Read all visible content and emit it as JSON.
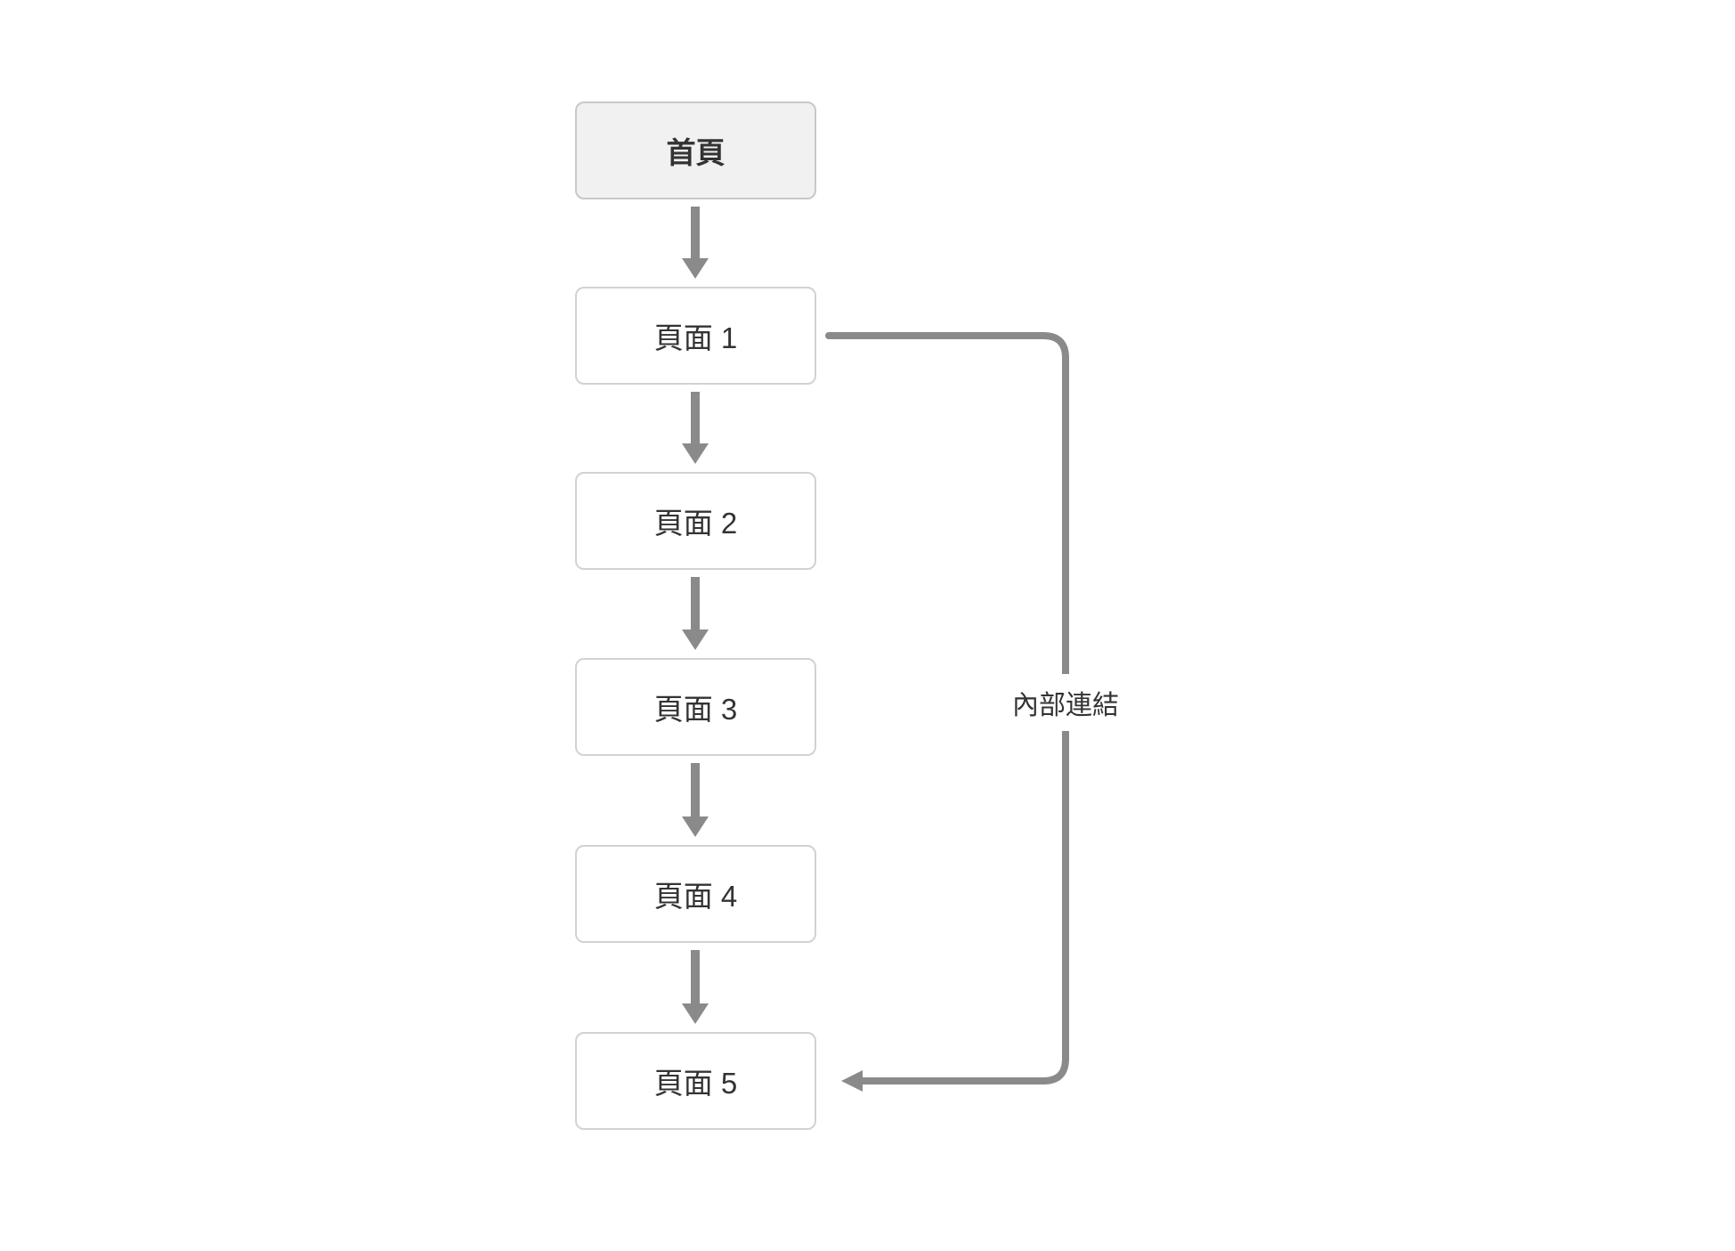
{
  "diagram": {
    "type": "flowchart",
    "direction": "top-down",
    "nodes": [
      {
        "id": "home",
        "label": "首頁",
        "emphasis": "highlighted"
      },
      {
        "id": "page1",
        "label": "頁面 1",
        "emphasis": "normal"
      },
      {
        "id": "page2",
        "label": "頁面 2",
        "emphasis": "normal"
      },
      {
        "id": "page3",
        "label": "頁面 3",
        "emphasis": "normal"
      },
      {
        "id": "page4",
        "label": "頁面 4",
        "emphasis": "normal"
      },
      {
        "id": "page5",
        "label": "頁面 5",
        "emphasis": "normal"
      }
    ],
    "edges": [
      {
        "from": "home",
        "to": "page1",
        "label": ""
      },
      {
        "from": "page1",
        "to": "page2",
        "label": ""
      },
      {
        "from": "page2",
        "to": "page3",
        "label": ""
      },
      {
        "from": "page3",
        "to": "page4",
        "label": ""
      },
      {
        "from": "page4",
        "to": "page5",
        "label": ""
      },
      {
        "from": "page1",
        "to": "page5",
        "label": "內部連結"
      }
    ],
    "colors": {
      "background": "#ffffff",
      "arrow": "#8a8a8a",
      "node_fill": "#ffffff",
      "node_border": "#d2d2d2",
      "home_fill": "#f1f1f1",
      "home_border": "#c8c8c8",
      "text": "#333333"
    }
  }
}
